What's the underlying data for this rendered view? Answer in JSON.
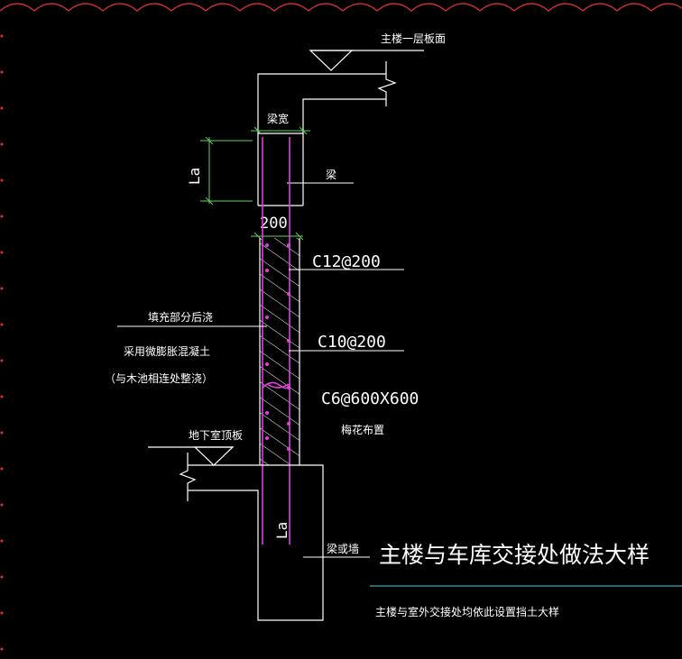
{
  "labels": {
    "floor_slab": "主楼一层板面",
    "beam_width": "梁宽",
    "beam": "梁",
    "la_top": "La",
    "dim_200": "200",
    "rebar_c12": "C12@200",
    "fill_note": "填充部分后浇",
    "concrete_note": "采用微膨胀混凝土",
    "pour_note": "（与木池相连处整浇）",
    "rebar_c10": "C10@200",
    "rebar_c6": "C6@600X600",
    "plum_layout": "梅花布置",
    "basement_roof": "地下室顶板",
    "la_bottom": "La",
    "retaining_wall": "梁或墙",
    "main_title": "主楼与车库交接处做法大样",
    "sub_title": "主楼与室外交接处均依此设置挡土大样"
  },
  "colors": {
    "background": "#000000",
    "lines": "#ffffff",
    "rebar": "#e040e0",
    "dimension": "#5fd35f",
    "hatch": "#ffffff",
    "revision_cloud": "#e03040",
    "title_underline": "#3aa7b5"
  }
}
